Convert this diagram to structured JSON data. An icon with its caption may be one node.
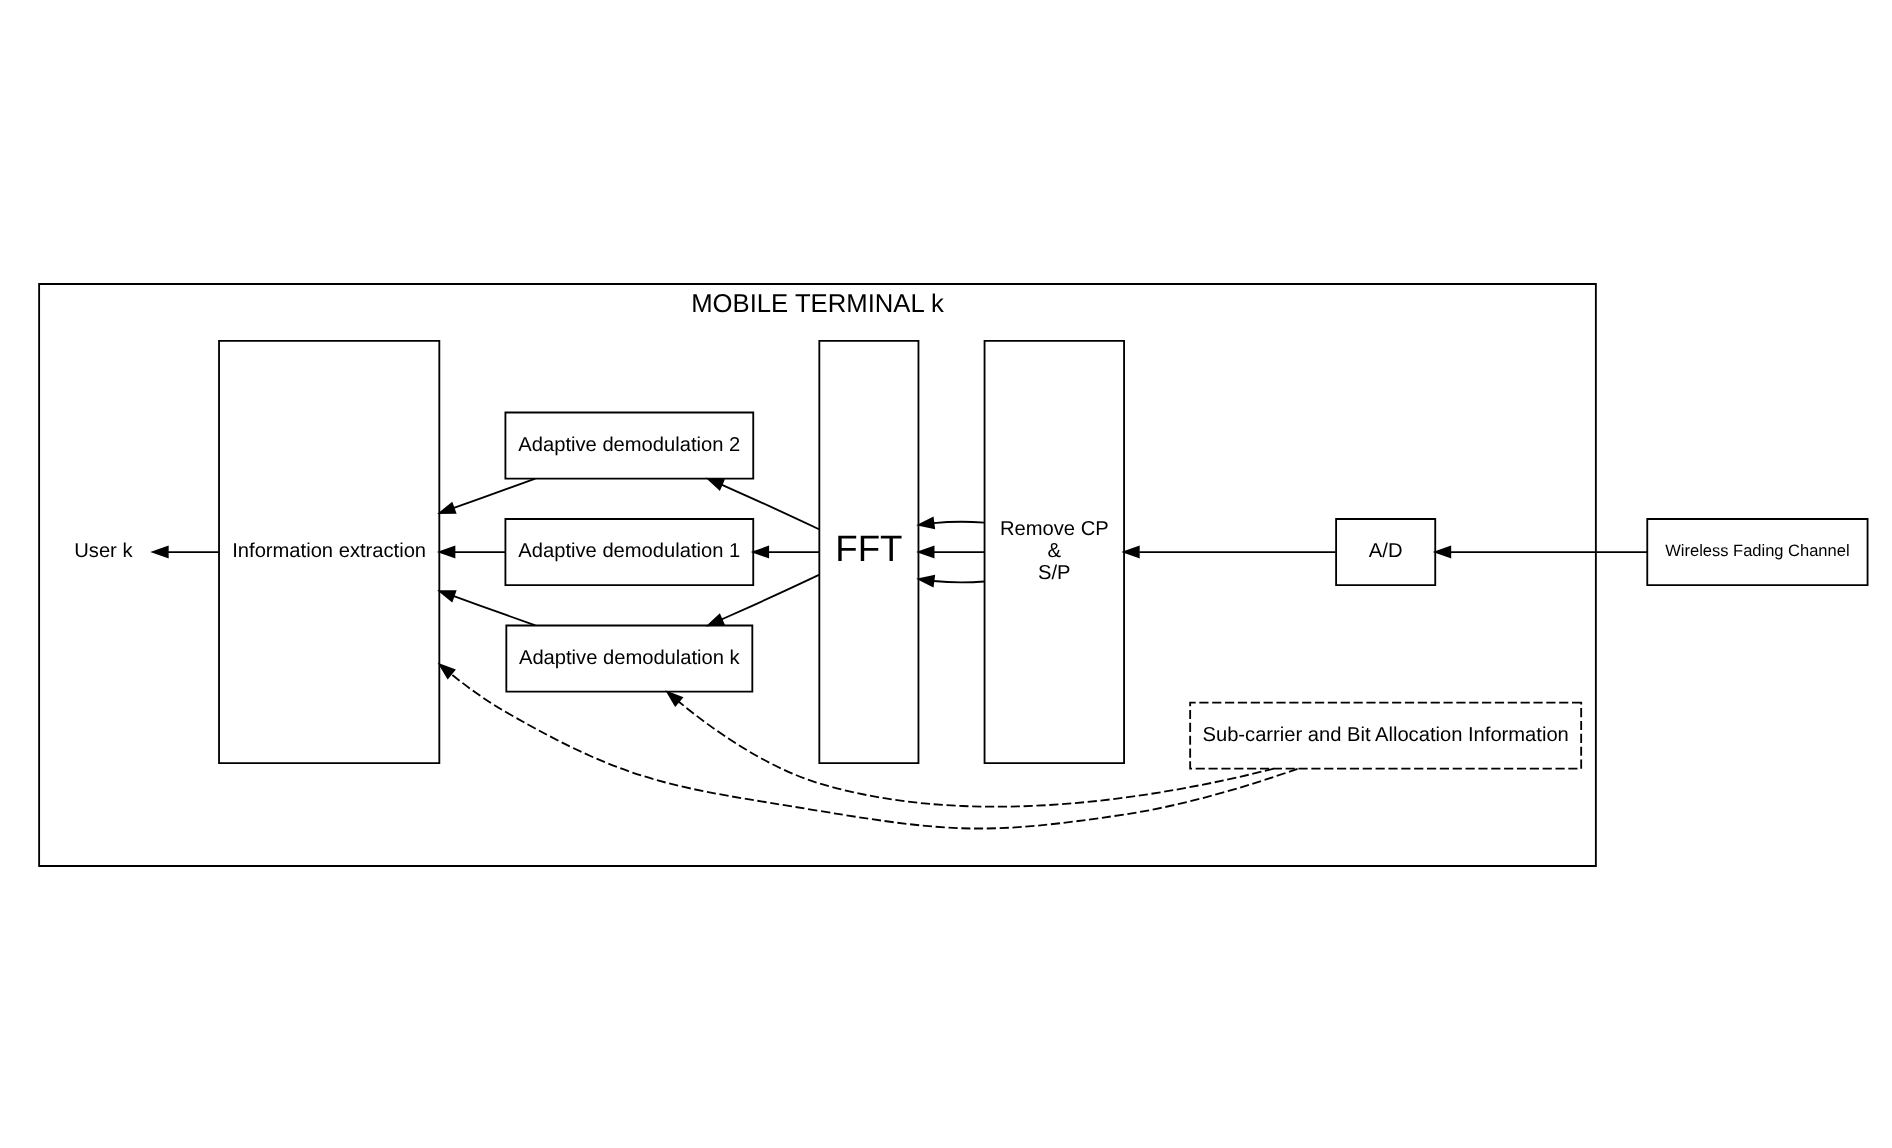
{
  "diagram": {
    "nodes": [
      {
        "text": [
          "MOBILE TERMINAL k"
        ]
      },
      {
        "text": [
          "Information extraction"
        ],
        "in": 0
      },
      {
        "text": [
          "Adaptive demodulation 1"
        ],
        "in": 0
      },
      {
        "text": [
          "Adaptive demodulation 2"
        ],
        "in": 0
      },
      {
        "text": [
          "Adaptive demodulation k"
        ],
        "in": 0
      },
      {
        "text": [
          "FFT"
        ],
        "in": 0
      },
      {
        "text": [
          "Remove CP",
          "&",
          "S/P"
        ],
        "in": 0
      },
      {
        "text": [
          "A/D"
        ],
        "in": 0
      },
      {
        "text": [
          "Sub-carrier and Bit Allocation Information"
        ],
        "in": 0
      },
      {
        "text": [
          "User k"
        ],
        "in": 0
      },
      {
        "text": [
          "Wireless Fading Channel"
        ]
      }
    ],
    "edges": [
      {
        "from": 10,
        "to": 7,
        "arrow": "to"
      },
      {
        "from": 7,
        "to": 6,
        "arrow": "to"
      },
      {
        "from": 6,
        "to": 5,
        "arrow": "to"
      },
      {
        "from": 6,
        "to": 5,
        "arrow": "to"
      },
      {
        "from": 6,
        "to": 5,
        "arrow": "to"
      },
      {
        "from": 5,
        "to": 2,
        "arrow": "to"
      },
      {
        "from": 5,
        "to": 3,
        "arrow": "to"
      },
      {
        "from": 5,
        "to": 4,
        "arrow": "to"
      },
      {
        "from": 2,
        "to": 1,
        "arrow": "to"
      },
      {
        "from": 3,
        "to": 1,
        "arrow": "to"
      },
      {
        "from": 4,
        "to": 1,
        "arrow": "to"
      },
      {
        "from": 1,
        "to": 9,
        "arrow": "to"
      },
      {
        "from": 8,
        "to": 1,
        "arrow": "to",
        "style": "dashed"
      },
      {
        "from": 8,
        "to": 4,
        "arrow": "to",
        "style": "dashed"
      }
    ]
  }
}
